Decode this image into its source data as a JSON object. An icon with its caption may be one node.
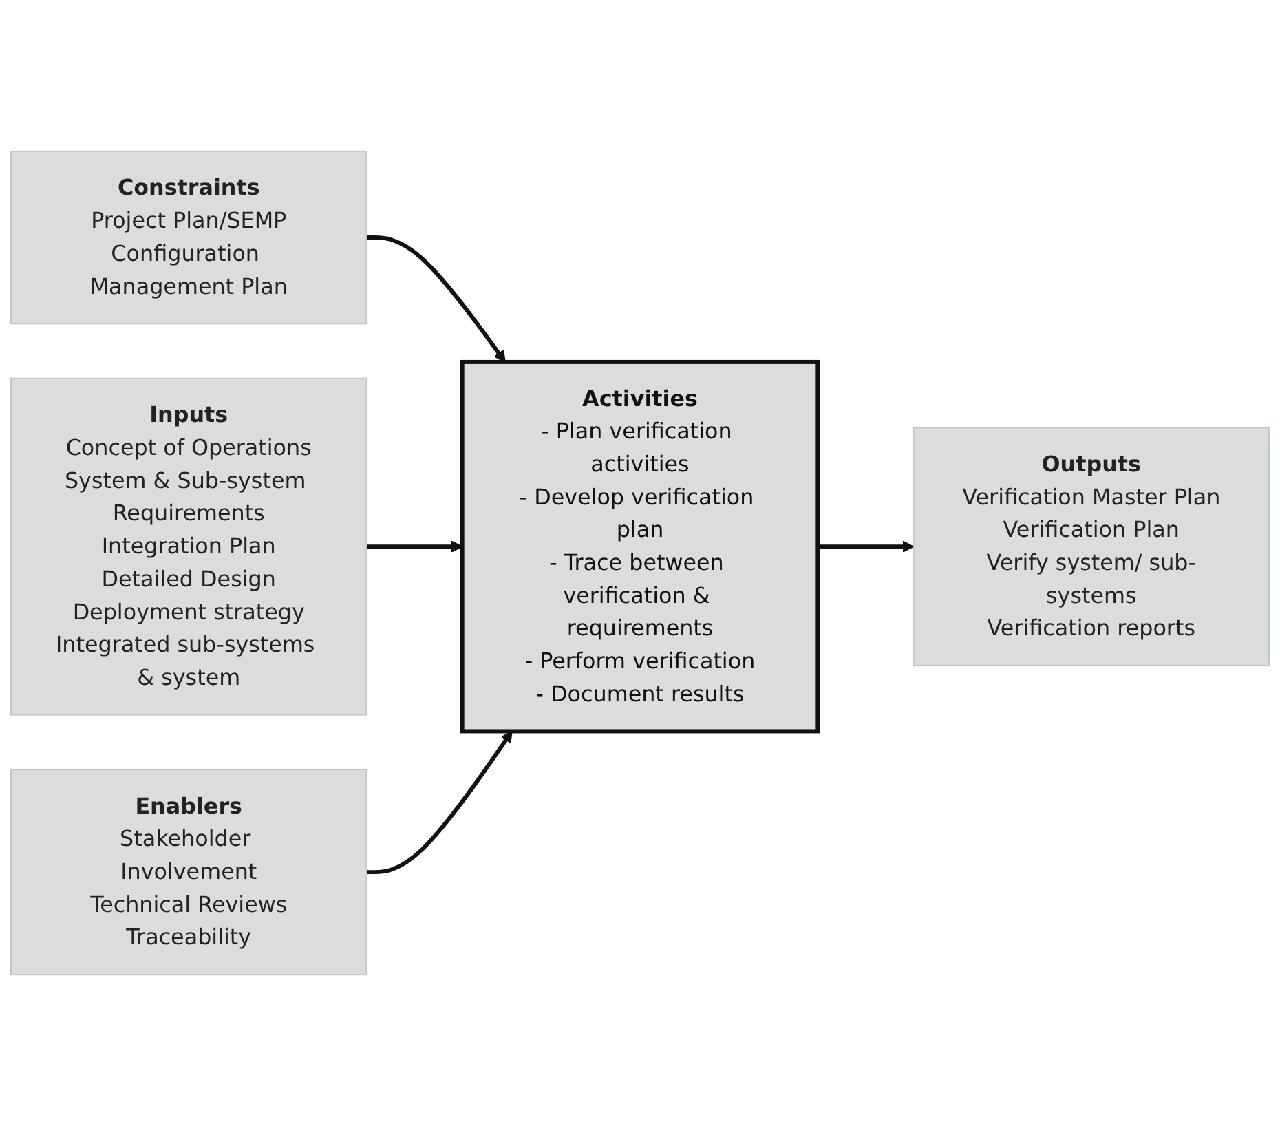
{
  "diagram": {
    "nodes": [
      {
        "text": [
          "Constraints",
          "Project Plan/SEMP",
          "Configuration Management Plan"
        ]
      },
      {
        "text": [
          "Inputs",
          "Concept of Operations",
          "System & Sub-system Requirements",
          "Integration Plan",
          "Detailed Design",
          "Deployment strategy",
          "Integrated sub-systems & system"
        ]
      },
      {
        "text": [
          "Activities",
          "- Plan verification activities",
          "- Develop verification plan",
          "- Trace between verification & requirements",
          "- Perform verification",
          "- Document results"
        ]
      },
      {
        "text": [
          "Outputs",
          "Verification Master Plan",
          "Verification Plan",
          "Verify system/ sub-systems",
          "Verification reports"
        ]
      },
      {
        "text": [
          "Enablers",
          "Stakeholder Involvement",
          "Technical Reviews",
          "Traceability"
        ]
      }
    ],
    "edges": [
      {
        "from": 0,
        "to": 2,
        "arrow": "to"
      },
      {
        "from": 1,
        "to": 2,
        "arrow": "to"
      },
      {
        "from": 2,
        "to": 3,
        "arrow": "to"
      },
      {
        "from": 4,
        "to": 2,
        "arrow": "to"
      }
    ]
  }
}
